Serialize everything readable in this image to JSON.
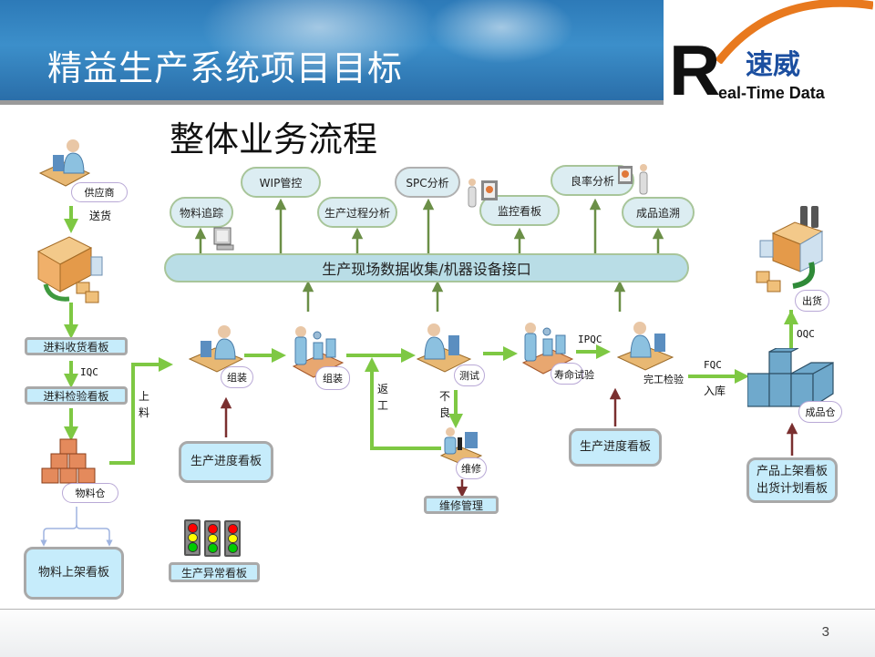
{
  "header": {
    "title": "精益生产系统项目目标",
    "logo": {
      "letter": "R",
      "cn": "速威",
      "en": "eal-Time Data"
    }
  },
  "section_title": "整体业务流程",
  "top_modules": {
    "material_tracking": "物料追踪",
    "wip_control": "WIP管控",
    "process_analysis": "生产过程分析",
    "spc_analysis": "SPC分析",
    "monitor_board": "监控看板",
    "yield_analysis": "良率分析",
    "product_trace": "成品追溯"
  },
  "data_bus": "生产现场数据收集/机器设备接口",
  "nodes": {
    "supplier": "供应商",
    "delivery": "送货",
    "incoming_receipt_board": "进料收货看板",
    "iqc": "IQC",
    "incoming_inspection_board": "进料检验看板",
    "material_store": "物料仓",
    "feed": "上料",
    "assembly1": "组装",
    "assembly2": "组装",
    "rework": "返工",
    "test": "测试",
    "defect": "不良",
    "repair": "维修",
    "repair_mgmt": "维修管理",
    "life_test": "寿命试验",
    "ipqc": "IPQC",
    "final_inspection": "完工检验",
    "fqc": "FQC",
    "warehousing": "入库",
    "finished_store": "成品仓",
    "oqc": "OQC",
    "shipping": "出货"
  },
  "boards": {
    "material_shelf": "物料上架看板",
    "production_exception": "生产异常看板",
    "production_progress_1": "生产进度看板",
    "production_progress_2": "生产进度看板",
    "product_shelf": "产品上架看板",
    "shipping_plan": "出货计划看板"
  },
  "colors": {
    "flow_green": "#7ec843",
    "bus_arrow": "#6b8f47",
    "board_arrow": "#7a2f2f",
    "board_fill": "#c6ecfb",
    "pill_fill": "#dcedf2"
  },
  "footer": {
    "page_number": "3"
  }
}
